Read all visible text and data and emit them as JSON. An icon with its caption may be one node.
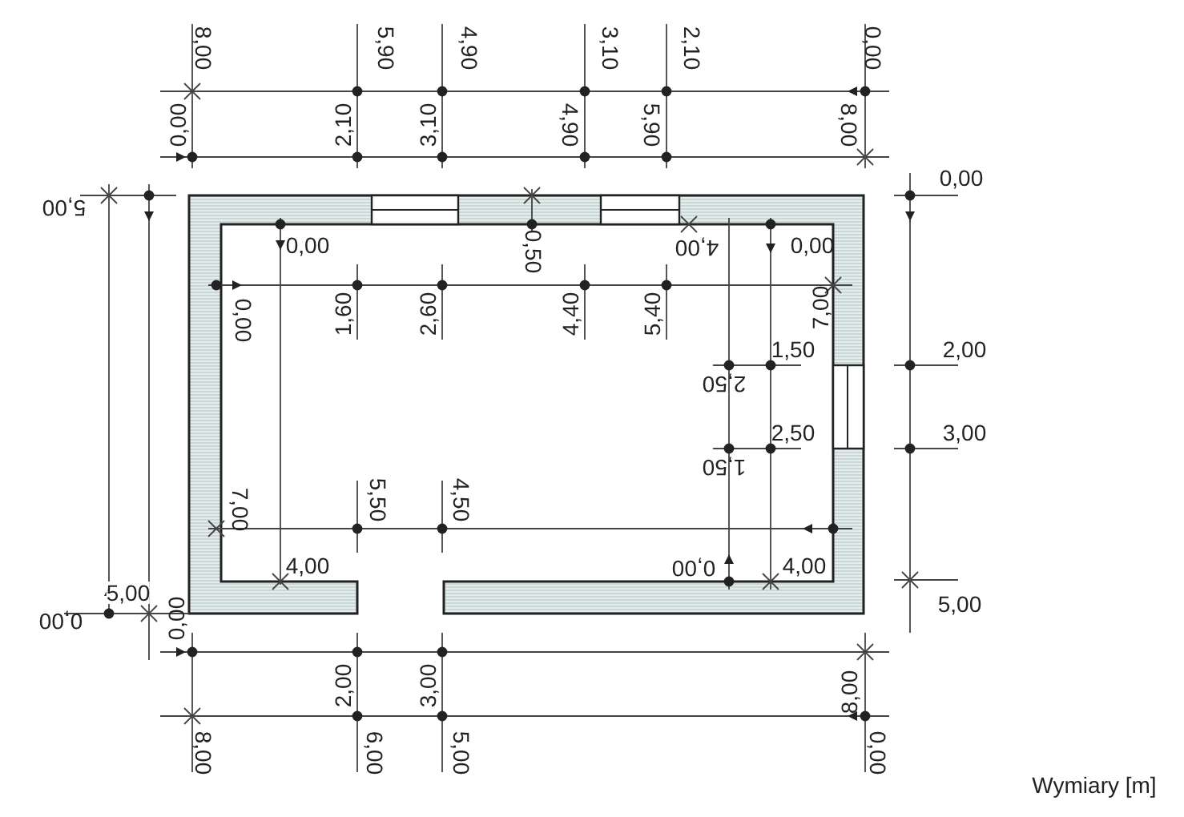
{
  "diagram": {
    "labels": [
      "8,00",
      "5,90",
      "4,90",
      "3,10",
      "2,10",
      "0,00",
      "0,00",
      "2,10",
      "3,10",
      "4,90",
      "5,90",
      "8,00",
      "0,00",
      "5,00",
      "0,00",
      "0,50",
      "4,00",
      "0,00",
      "0,00",
      "1,60",
      "2,60",
      "4,40",
      "5,40",
      "7,00",
      "1,50",
      "2,00",
      "2,50",
      "2,50",
      "3,00",
      "1,50",
      "7,00",
      "5,50",
      "4,50",
      "4,00",
      "0,00",
      "4,00",
      "5,00",
      "5,00",
      "0,00",
      "0,00",
      "2,00",
      "3,00",
      "8,00",
      "8,00",
      "6,00",
      "5,00",
      "0,00",
      "Wymiary [m]"
    ]
  }
}
